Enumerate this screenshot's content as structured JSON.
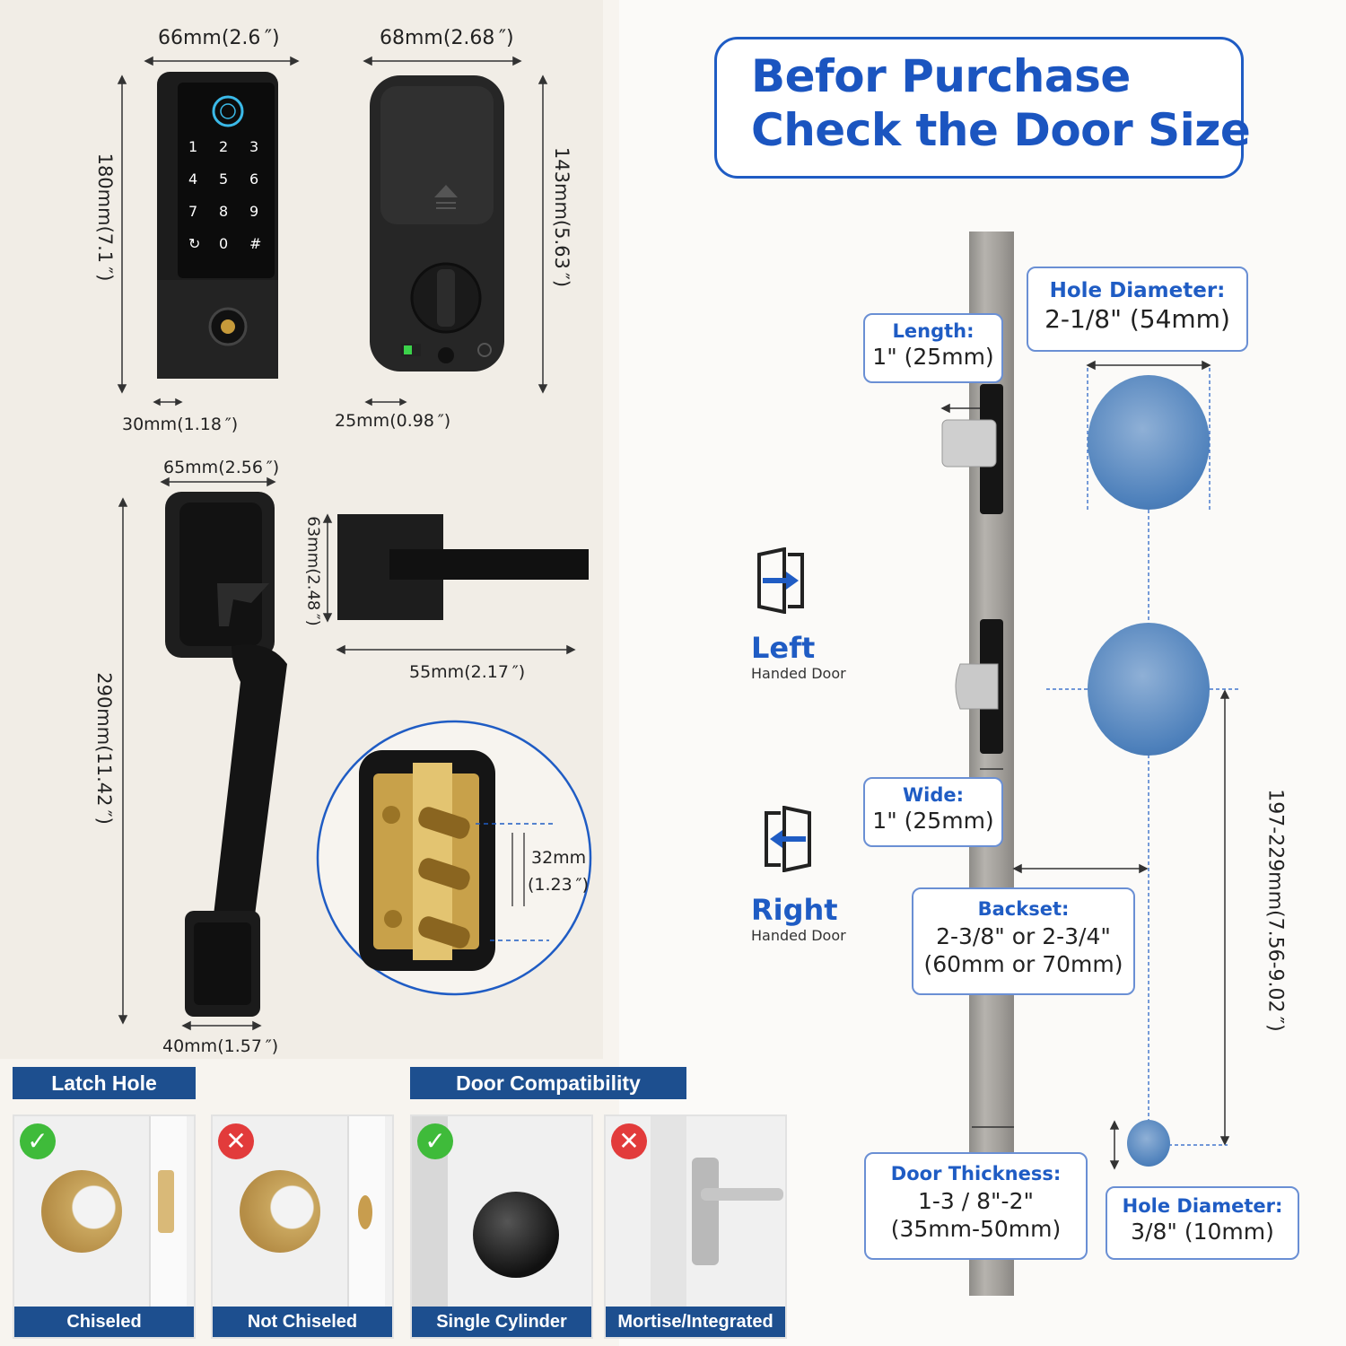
{
  "title": {
    "line1": "Befor Purchase",
    "line2": "Check the Door Size"
  },
  "keypad": {
    "width": "66mm(2.6 ″)",
    "height": "180mm(7.1 ″)",
    "depth": "30mm(1.18 ″)",
    "keys": [
      "1",
      "2",
      "3",
      "4",
      "5",
      "6",
      "7",
      "8",
      "9",
      "↻",
      "0",
      "#"
    ]
  },
  "back_unit": {
    "width": "68mm(2.68 ″)",
    "height": "143mm(5.63 ″)",
    "depth": "25mm(0.98 ″)"
  },
  "handle": {
    "width": "65mm(2.56 ″)",
    "height": "290mm(11.42 ″)",
    "bottom": "40mm(1.57 ″)"
  },
  "lever": {
    "height": "63mm(2.48 ″)",
    "length": "55mm(2.17 ″)"
  },
  "screw_spacing": {
    "line1": "32mm",
    "line2": "(1.23 ″)"
  },
  "callouts": {
    "length": {
      "label": "Length:",
      "value": "1\" (25mm)"
    },
    "hole_top": {
      "label": "Hole Diameter:",
      "value": "2-1/8\" (54mm)"
    },
    "wide": {
      "label": "Wide:",
      "value": "1\" (25mm)"
    },
    "backset": {
      "label": "Backset:",
      "value1": "2-3/8\" or 2-3/4\"",
      "value2": "(60mm or 70mm)"
    },
    "thickness": {
      "label": "Door Thickness:",
      "value1": "1-3 / 8\"-2\"",
      "value2": "(35mm-50mm)"
    },
    "hole_small": {
      "label": "Hole Diameter:",
      "value": "3/8\" (10mm)"
    },
    "spacing": "197-229mm(7.56-9.02 ″)"
  },
  "doors": {
    "left": {
      "title": "Left",
      "sub": "Handed Door"
    },
    "right": {
      "title": "Right",
      "sub": "Handed Door"
    }
  },
  "latch_hole": {
    "banner": "Latch Hole",
    "items": [
      {
        "caption": "Chiseled",
        "ok": true
      },
      {
        "caption": "Not Chiseled",
        "ok": false
      }
    ]
  },
  "door_compat": {
    "banner": "Door Compatibility",
    "items": [
      {
        "caption": "Single Cylinder",
        "ok": true
      },
      {
        "caption": "Mortise/Integrated",
        "ok": false
      }
    ]
  },
  "colors": {
    "accent": "#1f5cc4",
    "banner": "#1d4f8f",
    "ok": "#3fbb3a",
    "no": "#e23b3b"
  }
}
